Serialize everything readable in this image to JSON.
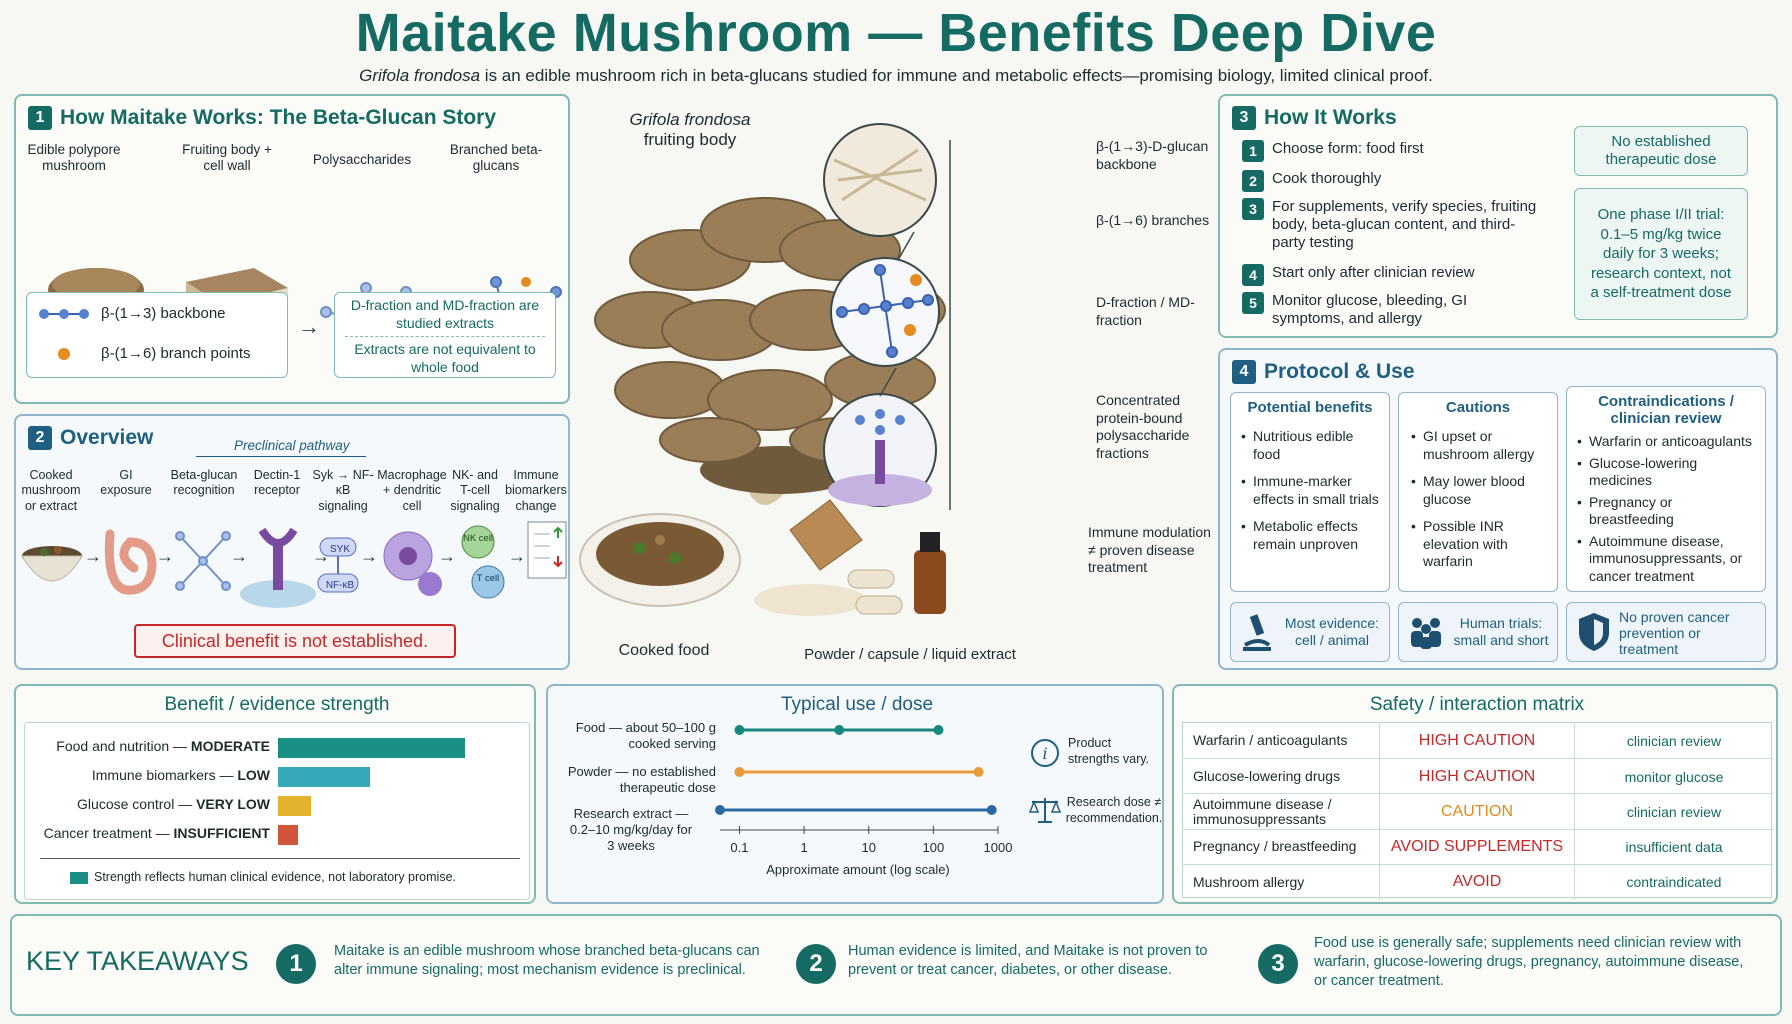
{
  "header": {
    "title": "Maitake Mushroom — Benefits Deep Dive",
    "subtitle_species": "Grifola frondosa",
    "subtitle_rest": " is an edible mushroom rich in beta-glucans studied for immune and metabolic effects—promising biology, limited clinical proof."
  },
  "section1": {
    "num": "1",
    "title": "How Maitake Works: The Beta-Glucan Story",
    "steps": [
      "Edible polypore mushroom",
      "Fruiting body + cell wall",
      "Polysaccharides",
      "Branched beta-glucans"
    ],
    "legend_backbone": "β-(1→3) backbone",
    "legend_branch": "β-(1→6) branch points",
    "note_top": "D-fraction and MD-fraction are studied extracts",
    "note_bottom": "Extracts are not equivalent to whole food"
  },
  "section2": {
    "num": "2",
    "title": "Overview",
    "pathway_label": "Preclinical pathway",
    "steps": [
      "Cooked mushroom or extract",
      "GI exposure",
      "Beta-glucan recognition",
      "Dectin-1 receptor",
      "Syk → NF-κB signaling",
      "Macrophage + dendritic cell",
      "NK- and T-cell signaling",
      "Immune biomarkers change"
    ],
    "syk": "SYK",
    "nfkb": "NF-κB",
    "nk": "NK cell",
    "t": "T cell",
    "warning": "Clinical benefit is not established."
  },
  "center": {
    "species": "Grifola frondosa",
    "species_sub": "fruiting body",
    "callouts": [
      "β-(1→3)-D-glucan backbone",
      "β-(1→6) branches",
      "D-fraction / MD-fraction",
      "Concentrated protein-bound polysaccharide fractions",
      "Immune modulation ≠ proven disease treatment"
    ],
    "food_label": "Cooked food",
    "supp_label": "Powder / capsule / liquid extract"
  },
  "section3": {
    "num": "3",
    "title": "How It Works",
    "steps": [
      "Choose form: food first",
      "Cook thoroughly",
      "For supplements, verify species, fruiting body, beta-glucan content, and third-party testing",
      "Start only after clinician review",
      "Monitor glucose, bleeding, GI symptoms, and allergy"
    ],
    "note1": "No established therapeutic dose",
    "note2": "One phase I/II trial: 0.1–5 mg/kg twice daily for 3 weeks; research context, not a self-treatment dose"
  },
  "section4": {
    "num": "4",
    "title": "Protocol & Use",
    "col1_title": "Potential benefits",
    "col1": [
      "Nutritious edible food",
      "Immune-marker effects in small trials",
      "Metabolic effects remain unproven"
    ],
    "col2_title": "Cautions",
    "col2": [
      "GI upset or mushroom allergy",
      "May lower blood glucose",
      "Possible INR elevation with warfarin"
    ],
    "col3_title": "Contraindications / clinician review",
    "col3": [
      "Warfarin or anticoagulants",
      "Glucose-lowering medicines",
      "Pregnancy or breastfeeding",
      "Autoimmune disease, immunosuppressants, or cancer treatment"
    ],
    "badge1": "Most evidence: cell / animal",
    "badge2": "Human trials: small and short",
    "badge3": "No proven cancer prevention or treatment"
  },
  "evidence": {
    "title": "Benefit / evidence strength",
    "footnote": "Strength reflects human clinical evidence, not laboratory promise.",
    "bars": [
      {
        "label": "Food and nutrition — ",
        "level": "MODERATE",
        "strength": 0.85,
        "color": "#1a8f86"
      },
      {
        "label": "Immune biomarkers — ",
        "level": "LOW",
        "strength": 0.42,
        "color": "#36a9b8"
      },
      {
        "label": "Glucose control — ",
        "level": "VERY LOW",
        "strength": 0.15,
        "color": "#e3b32d"
      },
      {
        "label": "Cancer treatment — ",
        "level": "INSUFFICIENT",
        "strength": 0.09,
        "color": "#d1553a"
      }
    ]
  },
  "dose": {
    "title": "Typical use / dose",
    "rows": [
      {
        "label": "Food — about 50–100 g cooked serving",
        "min": 0.1,
        "mid": 3.5,
        "max": 120,
        "color": "#17887e"
      },
      {
        "label": "Powder — no established therapeutic dose",
        "min": 0.1,
        "max": 500,
        "color": "#ea9a3a"
      },
      {
        "label": "Research extract — 0.2–10 mg/kg/day for 3 weeks",
        "min": 0.05,
        "max": 800,
        "color": "#2a6aa3"
      }
    ],
    "ticks": [
      "0.1",
      "1",
      "10",
      "100",
      "1000"
    ],
    "xlabel": "Approximate amount (log scale)",
    "note1": "Product strengths vary.",
    "note2": "Research dose ≠ recommendation."
  },
  "safety": {
    "title": "Safety / interaction matrix",
    "rows": [
      {
        "item": "Warfarin / anticoagulants",
        "level": "HIGH CAUTION",
        "color": "#c62828",
        "action": "clinician review"
      },
      {
        "item": "Glucose-lowering drugs",
        "level": "HIGH CAUTION",
        "color": "#c62828",
        "action": "monitor glucose"
      },
      {
        "item": "Autoimmune disease / immunosuppressants",
        "level": "CAUTION",
        "color": "#e08a1e",
        "action": "clinician review"
      },
      {
        "item": "Pregnancy / breastfeeding",
        "level": "AVOID SUPPLEMENTS",
        "color": "#c62828",
        "action": "insufficient data"
      },
      {
        "item": "Mushroom allergy",
        "level": "AVOID",
        "color": "#c62828",
        "action": "contraindicated"
      }
    ]
  },
  "takeaways": {
    "title": "KEY TAKEAWAYS",
    "items": [
      {
        "num": "1",
        "text": "Maitake is an edible mushroom whose branched beta-glucans can alter immune signaling; most mechanism evidence is preclinical."
      },
      {
        "num": "2",
        "text": "Human evidence is limited, and Maitake is not proven to prevent or treat cancer, diabetes, or other disease."
      },
      {
        "num": "3",
        "text": "Food use is generally safe; supplements need clinician review with warfarin, glucose-lowering drugs, pregnancy, autoimmune disease, or cancer treatment."
      }
    ]
  },
  "colors": {
    "teal": "#156b63",
    "blue": "#1f5f82",
    "red": "#c62828"
  }
}
